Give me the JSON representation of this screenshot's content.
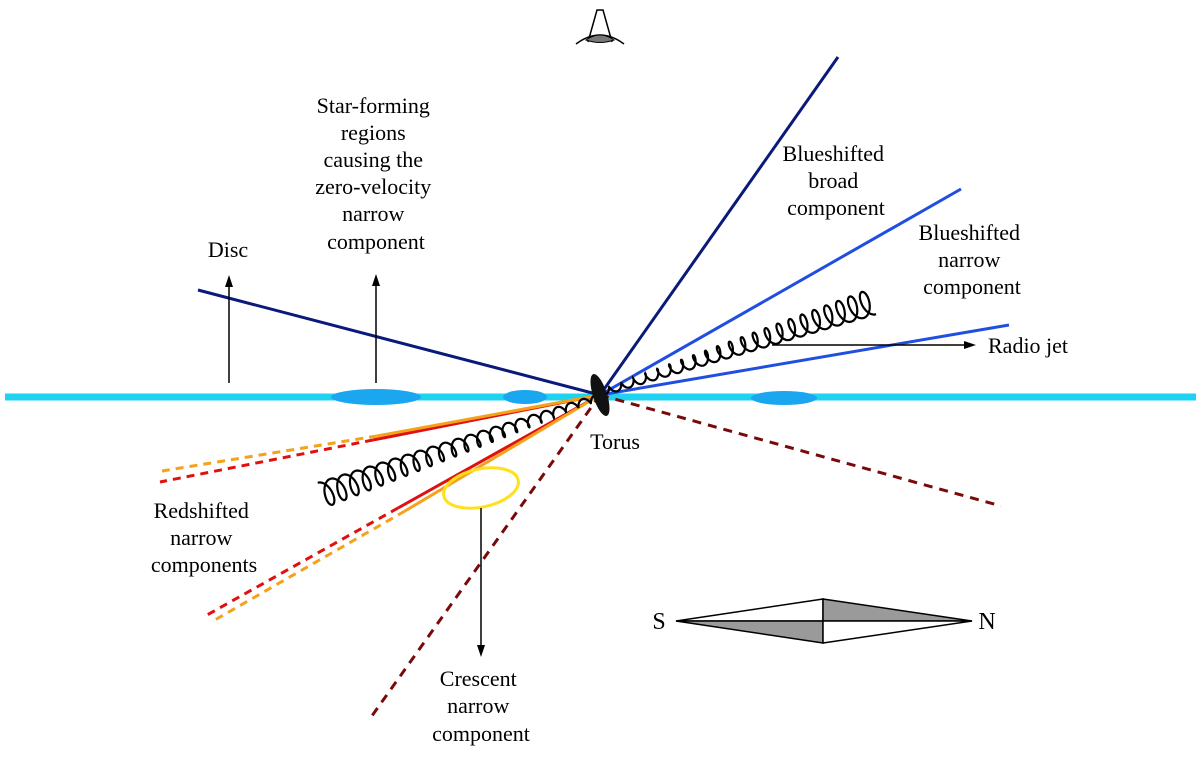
{
  "labels": {
    "star_forming": [
      "Star-forming",
      "regions",
      "causing the",
      "zero-velocity",
      "narrow",
      "component"
    ],
    "disc": "Disc",
    "blue_broad": [
      "Blueshifted",
      "broad",
      "component"
    ],
    "blue_narrow": [
      "Blueshifted",
      "narrow",
      "component"
    ],
    "radio_jet": "Radio jet",
    "torus": "Torus",
    "red_narrow": [
      "Redshifted",
      "narrow",
      "components"
    ],
    "crescent": [
      "Crescent",
      "narrow",
      "component"
    ]
  },
  "compass": {
    "south": "S",
    "north": "N"
  },
  "colors": {
    "disc": "#1fd3f0",
    "star_forming_blob": "#1aa7f0",
    "navy": "#0a1a7a",
    "blue": "#1f4ee0",
    "dark_red": "#7a0a0a",
    "red": "#e01010",
    "orange": "#f5a21b",
    "yellow": "#ffe01a",
    "torus": "#111111",
    "compass_fill": "#9a9a9a"
  },
  "icons": {
    "observer": "eye-icon"
  }
}
